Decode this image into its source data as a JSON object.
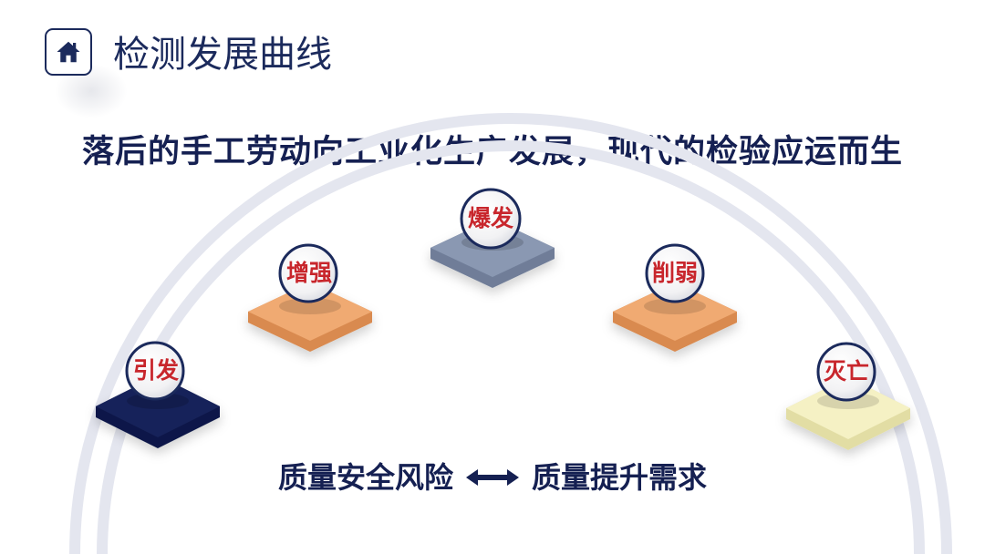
{
  "header": {
    "title": "检测发展曲线",
    "icon": "home-icon"
  },
  "subtitle": "落后的手工劳动向工业化生产发展，现代的检验应运而生",
  "stages": [
    {
      "label": "引发",
      "color": "#15205a"
    },
    {
      "label": "增强",
      "color": "#eea26a"
    },
    {
      "label": "爆发",
      "color": "#8593ad"
    },
    {
      "label": "削弱",
      "color": "#eea26a"
    },
    {
      "label": "灭亡",
      "color": "#f3efbf"
    }
  ],
  "bottom": {
    "left": "质量安全风险",
    "right": "质量提升需求",
    "arrow_icon": "double-arrow-icon"
  },
  "colors": {
    "navy": "#1b2a5c",
    "label_red": "#c8262c"
  }
}
